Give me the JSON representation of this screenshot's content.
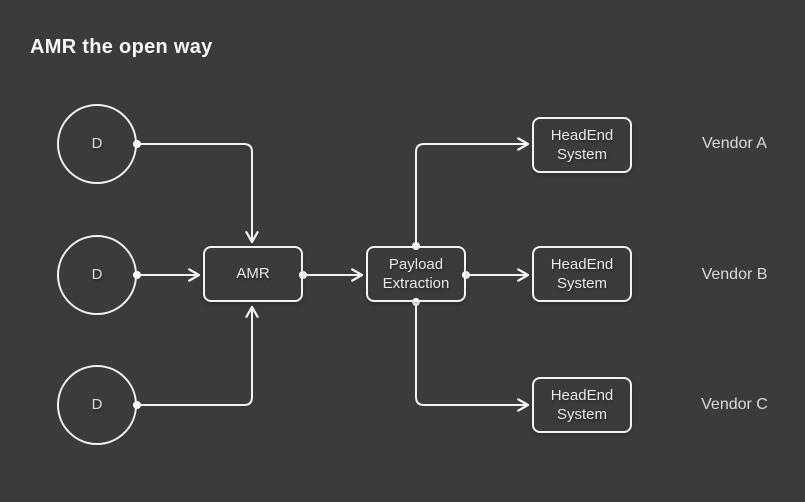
{
  "title": "AMR the open way",
  "colors": {
    "background": "#3b3b3b",
    "stroke": "#f2f2f2",
    "node_text": "#e8e8e8",
    "vendor_text": "#d9d9d9",
    "title_text": "#f7f7f7"
  },
  "nodes": {
    "meters": [
      {
        "label": "D"
      },
      {
        "label": "D"
      },
      {
        "label": "D"
      }
    ],
    "amr": {
      "label": "AMR"
    },
    "payload": {
      "label": "Payload Extraction"
    },
    "headends": [
      {
        "label": "HeadEnd System"
      },
      {
        "label": "HeadEnd System"
      },
      {
        "label": "HeadEnd System"
      }
    ]
  },
  "vendor_labels": [
    {
      "label": "Vendor A"
    },
    {
      "label": "Vendor B"
    },
    {
      "label": "Vendor C"
    }
  ]
}
